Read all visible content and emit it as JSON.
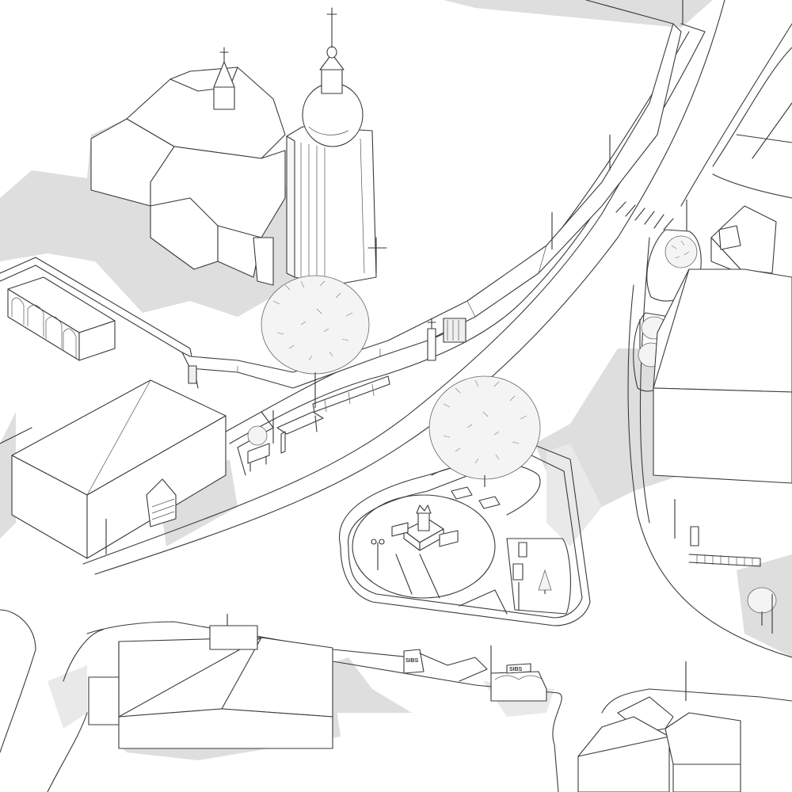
{
  "scene": {
    "type": "isometric-line-drawing",
    "palette": {
      "line": "#3a3a3a",
      "shadow": "#dedede",
      "fill": "#ffffff"
    },
    "signs": [
      {
        "text": "SIBS"
      },
      {
        "text": "SIBS"
      }
    ]
  }
}
